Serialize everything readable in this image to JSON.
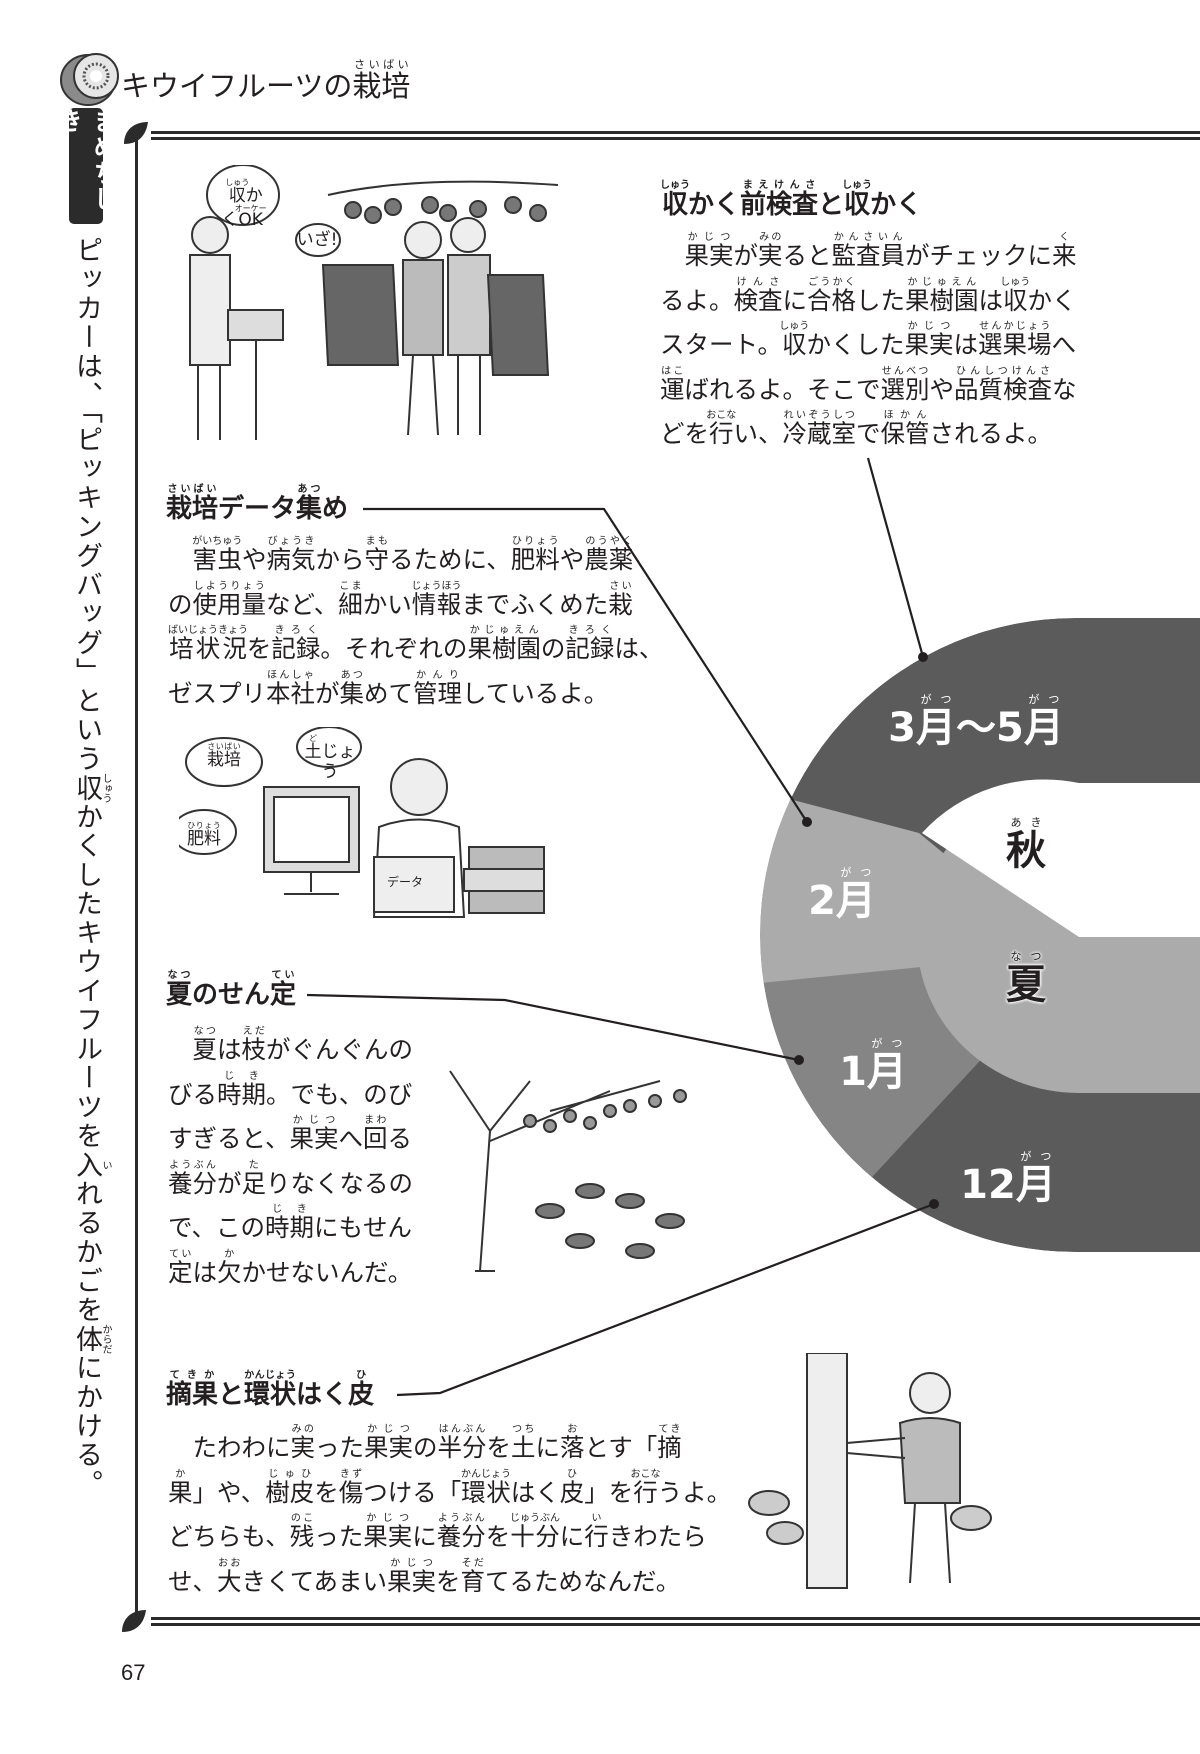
{
  "header": {
    "title": [
      "キウイフルーツの",
      [
        "栽培",
        "さいばい"
      ]
    ],
    "icon": "kiwi-slice-icon"
  },
  "sidebar": {
    "badge": "まめちしき",
    "text": [
      "ピッカーは、「ピッキングバッグ」という",
      [
        "収",
        "しゅう"
      ],
      "かくしたキウイフルーツを",
      [
        "入",
        "い"
      ],
      "れるかごを",
      [
        "体",
        "からだ"
      ],
      "にかける。"
    ]
  },
  "sections": {
    "harvest": {
      "heading": [
        [
          "収",
          "しゅう"
        ],
        "かく",
        [
          "前検査",
          "まえけんさ"
        ],
        "と",
        [
          "収",
          "しゅう"
        ],
        "かく"
      ],
      "lines": [
        [
          "　",
          [
            "果実",
            "かじつ"
          ],
          "が",
          [
            "実",
            "みの"
          ],
          "ると",
          [
            "監査員",
            "かんさいん"
          ],
          "がチェックに",
          [
            "来",
            "く"
          ]
        ],
        [
          "るよ。",
          [
            "検査",
            "けんさ"
          ],
          "に",
          [
            "合格",
            "ごうかく"
          ],
          "した",
          [
            "果樹園",
            "かじゅえん"
          ],
          "は",
          [
            "収",
            "しゅう"
          ],
          "かく"
        ],
        [
          "スタート。",
          [
            "収",
            "しゅう"
          ],
          "かくした",
          [
            "果実",
            "かじつ"
          ],
          "は",
          [
            "選果場",
            "せんかじょう"
          ],
          "へ"
        ],
        [
          [
            "運",
            "はこ"
          ],
          "ばれるよ。そこで",
          [
            "選別",
            "せんべつ"
          ],
          "や",
          [
            "品質検査",
            "ひんしつけんさ"
          ],
          "な"
        ],
        [
          "どを",
          [
            "行",
            "おこな"
          ],
          "い、",
          [
            "冷蔵室",
            "れいぞうしつ"
          ],
          "で",
          [
            "保管",
            "ほかん"
          ],
          "されるよ。"
        ]
      ]
    },
    "data": {
      "heading": [
        [
          "栽培",
          "さいばい"
        ],
        "データ",
        [
          "集",
          "あつ"
        ],
        "め"
      ],
      "lines": [
        [
          "　",
          [
            "害虫",
            "がいちゅう"
          ],
          "や",
          [
            "病気",
            "びょうき"
          ],
          "から",
          [
            "守",
            "まも"
          ],
          "るために、",
          [
            "肥料",
            "ひりょう"
          ],
          "や",
          [
            "農薬",
            "のうやく"
          ]
        ],
        [
          "の",
          [
            "使用量",
            "しようりょう"
          ],
          "など、",
          [
            "細",
            "こま"
          ],
          "かい",
          [
            "情報",
            "じょうほう"
          ],
          "までふくめた",
          [
            "栽",
            "さい"
          ]
        ],
        [
          [
            "培状況",
            "ばいじょうきょう"
          ],
          "を",
          [
            "記録",
            "きろく"
          ],
          "。それぞれの",
          [
            "果樹園",
            "かじゅえん"
          ],
          "の",
          [
            "記録",
            "きろく"
          ],
          "は、"
        ],
        [
          "ゼスプリ",
          [
            "本社",
            "ほんしゃ"
          ],
          "が",
          [
            "集",
            "あつ"
          ],
          "めて",
          [
            "管理",
            "かんり"
          ],
          "しているよ。"
        ]
      ]
    },
    "pruning": {
      "heading": [
        [
          "夏",
          "なつ"
        ],
        "のせん",
        [
          "定",
          "てい"
        ]
      ],
      "lines": [
        [
          "　",
          [
            "夏",
            "なつ"
          ],
          "は",
          [
            "枝",
            "えだ"
          ],
          "がぐんぐんの"
        ],
        [
          "びる",
          [
            "時期",
            "じき"
          ],
          "。でも、のび"
        ],
        [
          "すぎると、",
          [
            "果実",
            "かじつ"
          ],
          "へ",
          [
            "回",
            "まわ"
          ],
          "る"
        ],
        [
          [
            "養分",
            "ようぶん"
          ],
          "が",
          [
            "足",
            "た"
          ],
          "りなくなるの"
        ],
        [
          "で、この",
          [
            "時期",
            "じき"
          ],
          "にもせん"
        ],
        [
          [
            "定",
            "てい"
          ],
          "は",
          [
            "欠",
            "か"
          ],
          "かせないんだ。"
        ]
      ]
    },
    "thinning": {
      "heading": [
        [
          "摘果",
          "てきか"
        ],
        "と",
        [
          "環状",
          "かんじょう"
        ],
        "はく",
        [
          "皮",
          "ひ"
        ]
      ],
      "lines": [
        [
          "　たわわに",
          [
            "実",
            "みの"
          ],
          "った",
          [
            "果実",
            "かじつ"
          ],
          "の",
          [
            "半分",
            "はんぶん"
          ],
          "を",
          [
            "土",
            "つち"
          ],
          "に",
          [
            "落",
            "お"
          ],
          "とす「",
          [
            "摘",
            "てき"
          ]
        ],
        [
          [
            "果",
            "か"
          ],
          "」や、",
          [
            "樹皮",
            "じゅひ"
          ],
          "を",
          [
            "傷",
            "きず"
          ],
          "つける「",
          [
            "環状",
            "かんじょう"
          ],
          "はく",
          [
            "皮",
            "ひ"
          ],
          "」を",
          [
            "行",
            "おこな"
          ],
          "うよ。"
        ],
        [
          "どちらも、",
          [
            "残",
            "のこ"
          ],
          "った",
          [
            "果実",
            "かじつ"
          ],
          "に",
          [
            "養分",
            "ようぶん"
          ],
          "を",
          [
            "十分",
            "じゅうぶん"
          ],
          "に",
          [
            "行",
            "い"
          ],
          "きわたら"
        ],
        [
          "せ、",
          [
            "大",
            "おお"
          ],
          "きくてあまい",
          [
            "果実",
            "かじつ"
          ],
          "を",
          [
            "育",
            "そだ"
          ],
          "てるためなんだ。"
        ]
      ]
    }
  },
  "calendar": {
    "months": {
      "mar_may": [
        "3",
        [
          "月",
          "がつ"
        ],
        "〜5",
        [
          "月",
          "がつ"
        ]
      ],
      "feb": [
        "2",
        [
          "月",
          "がつ"
        ]
      ],
      "jan": [
        "1",
        [
          "月",
          "がつ"
        ]
      ],
      "dec": [
        "12",
        [
          "月",
          "がつ"
        ]
      ]
    },
    "seasons": {
      "autumn": [
        [
          "秋",
          "あき"
        ]
      ],
      "summer": [
        [
          "夏",
          "なつ"
        ]
      ]
    },
    "colors": {
      "dark": "#5b5b5b",
      "mid": "#858585",
      "light": "#ababab"
    }
  },
  "illustrations": {
    "harvest_bubble_1": [
      [
        "収",
        "しゅう"
      ],
      "かく",
      [
        "OK",
        "オーケー"
      ]
    ],
    "harvest_bubble_2": [
      "いざ!"
    ],
    "data_bubble_1": [
      [
        "栽培",
        "さいばい"
      ]
    ],
    "data_bubble_2": [
      [
        "土",
        "ど"
      ],
      "じょう"
    ],
    "data_bubble_3": [
      [
        "肥料",
        "ひりょう"
      ]
    ],
    "book_label": "データ"
  },
  "footer": {
    "page_number": "67"
  }
}
